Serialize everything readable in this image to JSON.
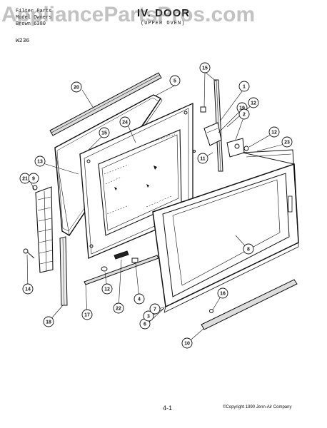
{
  "header": {
    "line1": "Filter Parts",
    "line2": "Model Owners",
    "line3": "Brown 6380",
    "model": "W236",
    "title": "IV. DOOR",
    "subtitle": "(UPPER OVEN)"
  },
  "watermark": "AppliancePartsPros.com",
  "footer": {
    "page": "4-1",
    "copyright": "©Copyright 1990 Jenn-Air Company"
  },
  "callouts": [
    "20",
    "5",
    "15",
    "1",
    "12",
    "19",
    "2",
    "24",
    "15",
    "12",
    "23",
    "13",
    "11",
    "21",
    "9",
    "8",
    "14",
    "12",
    "4",
    "22",
    "17",
    "18",
    "16",
    "6",
    "3",
    "7",
    "10"
  ]
}
